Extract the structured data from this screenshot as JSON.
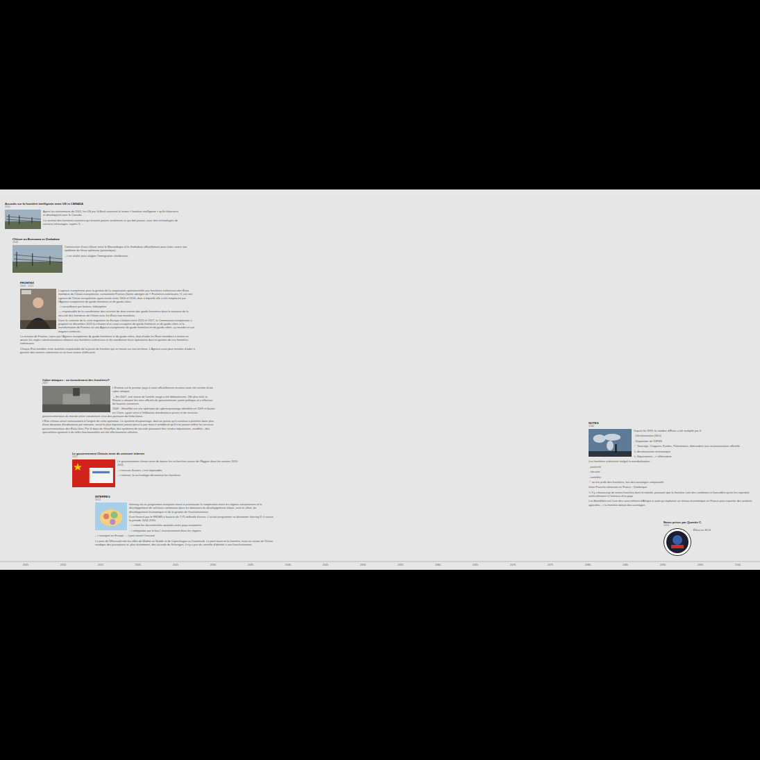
{
  "diagram": {
    "nodes": [
      {
        "text": [
          "Accords sur la frontière intelligente entre US et CANADA",
          "2001",
          "Après les événements de 2001, les US par G.Bush inventent le terme « frontière intelligente » qu'ils théorisent et développent avec le Canada.",
          "Ce souhait des frontières ouvertes qui laissent passer seulement ce qui doit passer, avec des technologies de censeur infrarouges, rayons X, ..."
        ]
      },
      {
        "text": [
          "Clôture au Botswana et Zimbabwe",
          "2003",
          "Construction d'une clôture entre le Mozambique et le Zimbabwe officiellement pour lutter contre une épidémie de fièvre aphteuse (potassique).",
          "--> en réalité pour stopper l'immigration clandestine."
        ]
      },
      {
        "text": [
          "FRONTEX",
          "2004 - 2015",
          "L'agence européenne pour la gestion de la coopération opérationnelle aux frontières extérieures des États membres de l'Union européenne, surnommée Frontex (forme abrégée de « Frontières extérieures »), est une agence de l'Union européenne ayant existé entre 2004 et 2016, date à laquelle elle a été remplacée par l'Agence européenne de garde-frontières et de garde-côtes.",
          "--> surveillance par bateau, hélicoptère",
          "→ responsable de la coordination des activités de droit interne des garde-frontières dans le maintien de la sécurité des frontières de l'Union avec les États non membres.",
          "Dans le contexte de la crise migratoire en Europe s'étalant entre 2015 et 2017, la Commission européenne a proposé en décembre 2015 la création d'un corps européen de garde-frontières et de garde-côtes et la transformation de Frontex en une Agence européenne de garde-frontières et de garde-côtes, au mandat et aux moyens renforcés.",
          "La mission de Frontex, repris par l'Agence européenne de garde-frontières et de garde-côtes, était d'aider les États membres à mettre en œuvre les règles communautaires relatives aux frontières extérieures et de coordonner leurs opérations dans la gestion de ces frontières extérieures.",
          "Chaque État membre reste toutefois responsable de la partie de frontière qui se trouve sur son territoire. L'Agence avait pour mission d'aider à garantir des normes communes et un haut niveau d'efficacité."
        ]
      },
      {
        "text": [
          "Cyber attaques : un écroulement des frontières?",
          "2007",
          "L'Estonie est le premier pays à avoir officiellement reconnu avoir été victime d'une cyber attaque.",
          "→ En 2007, une statue de l'armée rouge a été déboulonnée, 24h plus tard, la Russie a attaqué les sites officiels du gouvernement, partis politique et a effectuer de fausses annonces.",
          "2009 - GhostNet est une opération de cyberespionnage identifiée en 2009 et basée en Chine, ayant servi à l'infiltration d'ordinateurs privés et de services gouvernementaux du monde entier notamment ceux des partisans du Dalaï-lama.",
          "L'État chinois serait certainement à l'origine de cette opération. Le système d'espionnage, dont on pense qu'il continue à pénétrer dans plus d'une douzaine d'ordinateurs par semaine, serait le plus important jamais percé à jour mais il semblerait qu'il n'ait jamais infiltré les services gouvernementaux des États-Unis. Par le biais de GhostNet, des systèmes de sécurité pouvaient être rendus impuissants, modifiés ; des spécialistes ignorent si de telles fonctionnalités ont été effectivement utilisées."
        ]
      },
      {
        "text": [
          "Le gouvernement Chinois tente de censurer internet",
          "2011",
          "Le gouvernement chinois tente de bannir les recherches autour de l'Égypte dans les années 2010 - 2011.",
          "--> mesure illusoire, c'est impossible",
          "--> internet, la technologie déconstruit les frontières"
        ]
      },
      {
        "text": [
          "INTERREG",
          "2014",
          "Interreg est un programme européen visant à promouvoir la coopération entre les régions européennes et le développement de solutions communes dans les domaines du développement urbain, rural et côtier, du développement économique et de la gestion de l'environnement.",
          "Il est financé par le FEDER à hauteur de 7,75 milliards d'euros. L'actuel programme se dénomme Interreg V, il couvre la période 2014-2020.",
          "--> réduit les discontinuités spatiales entre pays européens",
          "--> intégration par le bas / investissement dans les régions",
          "--> transport en Europe ... / pont tunnel Oresund",
          "Le pont de l'Øresund relie les villes de Malmö en Suède et de Copenhague au Danemark. Le pont traverse la frontière, mais en raison de l'Union nordique des passeports et, plus récemment, des accords de Schengen, il n'y a pas de contrôle d'identité à son franchissement."
        ]
      },
      {
        "text": [
          "NOTES",
          "2080",
          "Depuis fin 1990, le nombre d'États a été multiplié par 4 :",
          "- Décolonisation (60's)",
          "- Disparition de l'URSS",
          "☞ Touaregs, Ouïgours, Kurdes, Palestiniens, demandent une reconnaissance officielle",
          "↳ décolonisation économique",
          "↳ Séparatisme --> référendum",
          "Les frontières subsistent malgré la mondialisation :",
          "- pauvreté",
          "- sécurité",
          "- contrôler",
          "☞ on tire profit des frontières, lois des avantages comparatifs",
          "Zone Franche attractive en France : Dunkerque",
          "↳ Il y a beaucoup de zones franches dans le monde, prouvant que la frontière crée des conditions si favorables qu'on les reproduit artificiellement à l'intérieur d'un pays",
          "Les Bamilékés est l'une des rares ethnies d'Afrique à avoir pu implanter un réseau économique en France pour exporter des produits agricoles --> la frontière donne des avantages"
        ]
      },
      {
        "text": [
          "Notes prises par Quentin C.",
          "2090",
          "Élève en ECS"
        ]
      }
    ],
    "labels": [
      "2005",
      "2010",
      "2015",
      "2020",
      "2025",
      "2030",
      "2035",
      "2040",
      "2045",
      "2050",
      "2055",
      "2060",
      "2065",
      "2070",
      "2075",
      "2080",
      "2085",
      "2090",
      "2095",
      "2100"
    ]
  }
}
